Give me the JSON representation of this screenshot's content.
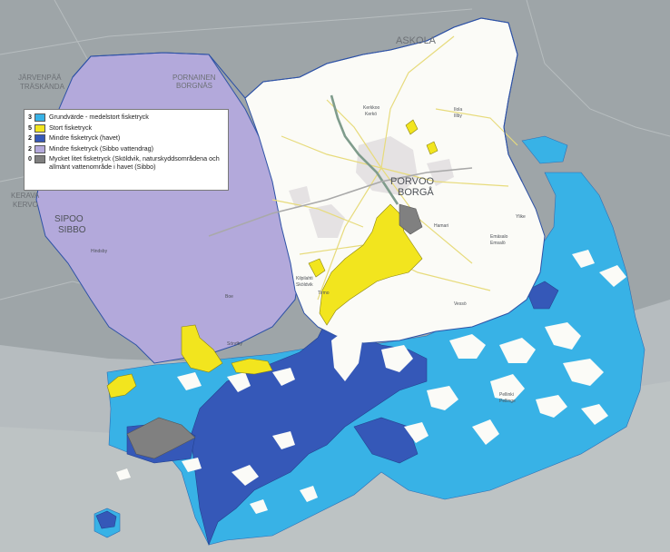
{
  "legend": {
    "items": [
      {
        "value": "3",
        "label": "Grundvärde - medelstort fisketryck",
        "color": "#38b2e6"
      },
      {
        "value": "5",
        "label": "Stort fisketryck",
        "color": "#f2e51e"
      },
      {
        "value": "2",
        "label": "Mindre fisketryck (havet)",
        "color": "#3558b8"
      },
      {
        "value": "2",
        "label": "Mindre fisketryck (Sibbo vattendrag)",
        "color": "#b3a9db"
      },
      {
        "value": "0",
        "label": "Mycket litet fisketryck (Sköldvik, naturskyddsområdena och allmänt vattenområde i havet (Sibbo)",
        "color": "#7f7f7f"
      }
    ]
  },
  "places": {
    "porvoo": "PORVOO",
    "borga": "BORGÅ",
    "sipoo": "SIPOO",
    "sibbo": "SIBBO",
    "askola": "ASKOLA",
    "pornainen": "PORNAINEN",
    "borgnas": "BORGNÄS",
    "jarvenpaa": "JÄRVENPÄÄ",
    "traskanda": "TRÄSKÄNDA",
    "kerava": "KERAVA",
    "kervo": "KERVO",
    "kerkkoo": "Kerkkoo",
    "kerko": "Kerkö",
    "ilola": "Ilola",
    "illby": "Illby",
    "hindsby": "Hindsby",
    "boe": "Boe",
    "ylike": "Ylike",
    "emasalo": "Emäsalo",
    "emsalo": "Emsalö",
    "pellinki": "Pellinki",
    "pellinge": "Pellinge",
    "tirmo": "Tirmo",
    "kilpilahti": "Kilpilahti",
    "skoldvik": "Sköldvik",
    "vessoe": "Vessö",
    "hamari": "Hamari",
    "sondby": "Söndby"
  },
  "colors": {
    "land": "#9aa1a4",
    "water": "#b8bec1",
    "porvoo_land": "#fbfbf7",
    "urban": "#e7e5e6",
    "roads": "#e3d77c",
    "river": "#7f9c8c",
    "border": "#2e52a6"
  }
}
